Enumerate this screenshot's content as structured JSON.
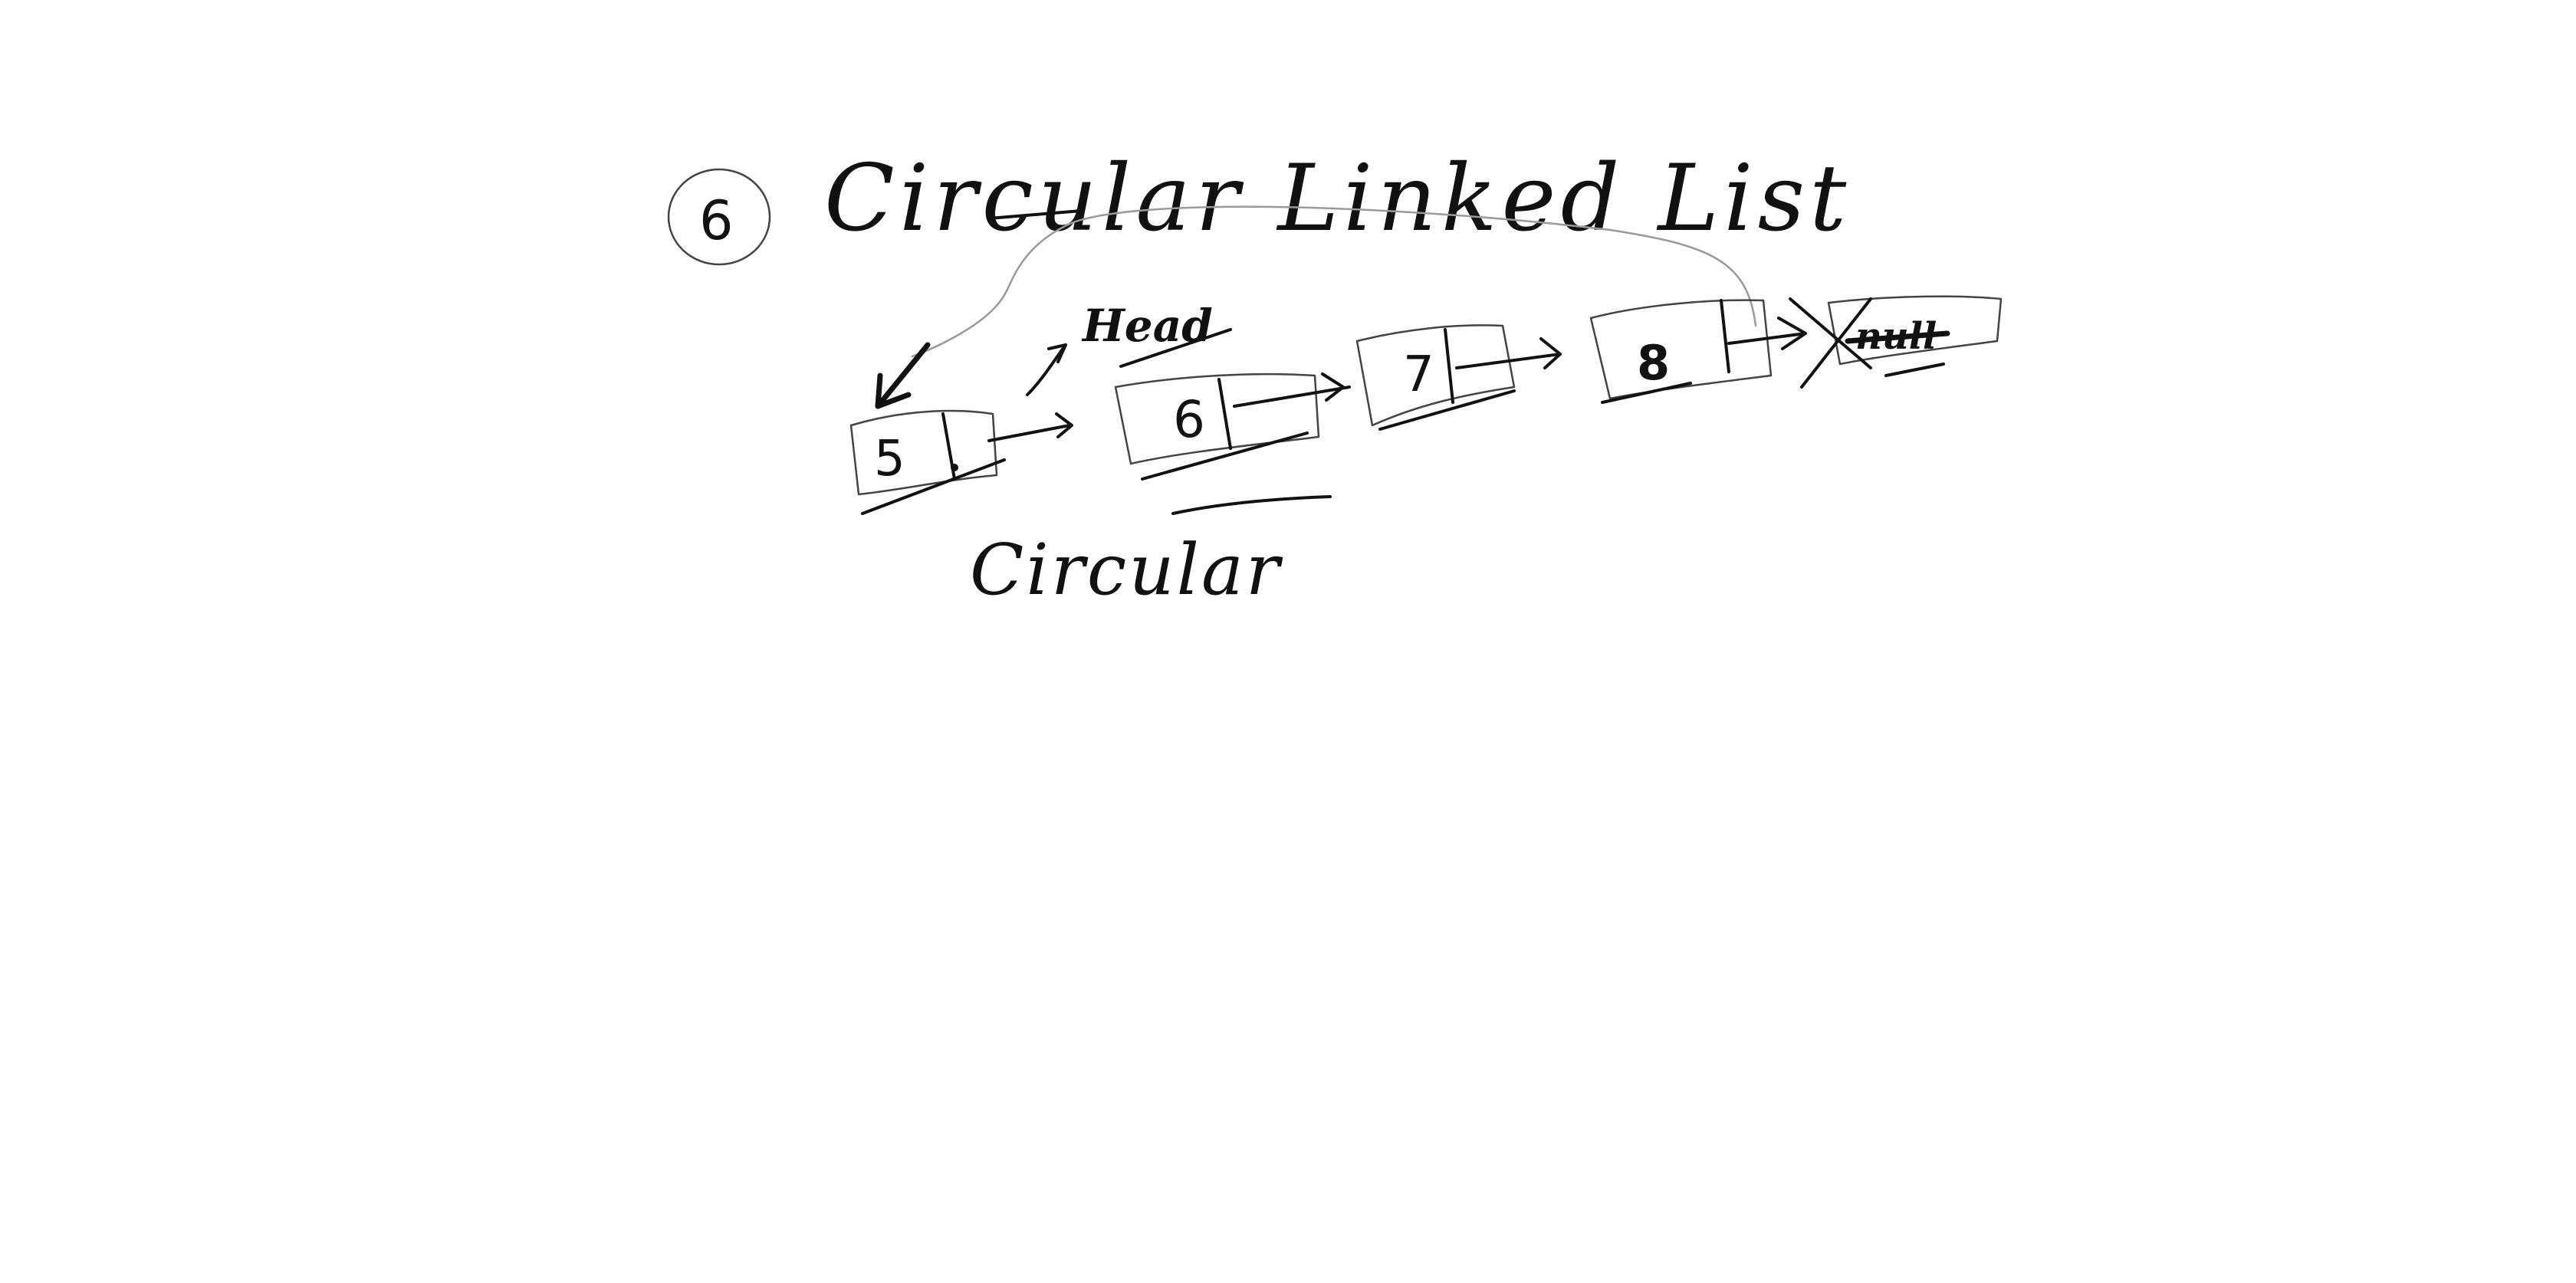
{
  "diagram": {
    "item_number": "6",
    "title": "Circular Linked List",
    "head_label": "Head",
    "null_label": "null",
    "bottom_label": "Circular",
    "nodes": [
      {
        "value": "5"
      },
      {
        "value": "6"
      },
      {
        "value": "7"
      },
      {
        "value": "8"
      }
    ]
  }
}
